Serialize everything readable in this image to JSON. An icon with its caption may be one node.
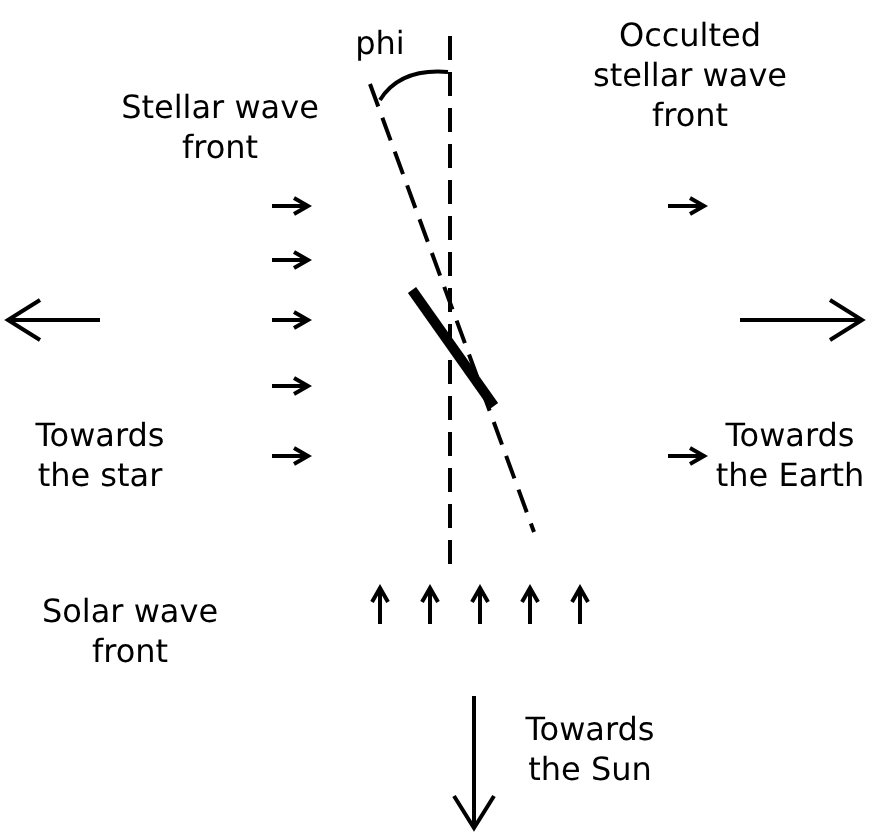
{
  "diagram": {
    "labels": [
      "Stellar wave front",
      "phi",
      "Occulted stellar wave front",
      "Towards the star",
      "Towards the Earth",
      "Solar wave front",
      "Towards the Sun"
    ]
  }
}
